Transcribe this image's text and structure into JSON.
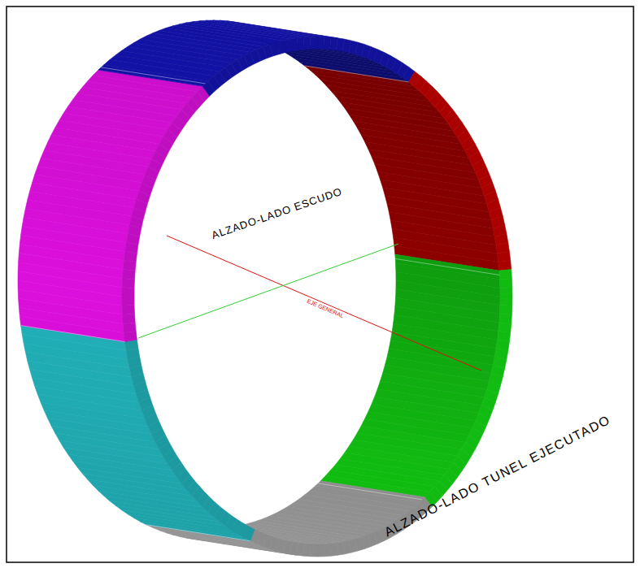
{
  "diagram": {
    "labels": [
      "ALZADO-LADO ESCUDO",
      "EJE GENERAL",
      "ALZADO-LADO TUNEL EJECUTADO"
    ]
  }
}
